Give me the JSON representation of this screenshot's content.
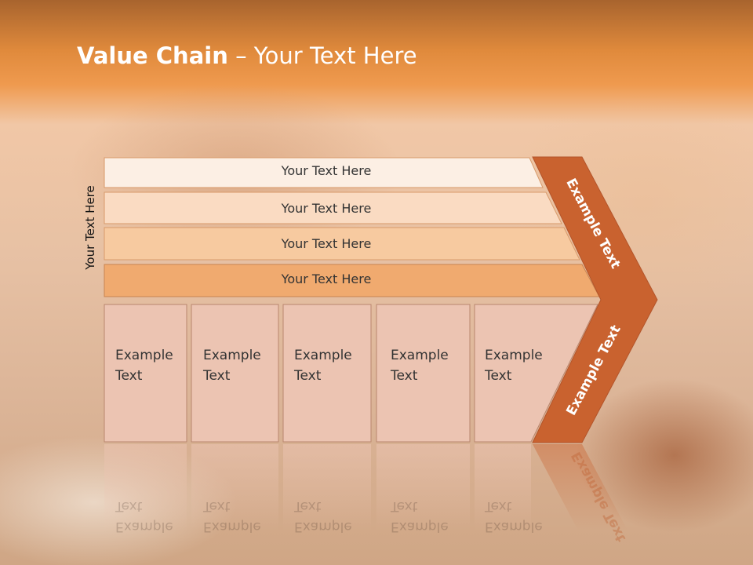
{
  "title": {
    "bold": "Value Chain",
    "rest": " – Your Text Here"
  },
  "side_label": "Your Text Here",
  "bands": [
    "Your Text Here",
    "Your Text Here",
    "Your Text Here",
    "Your Text Here"
  ],
  "cells": [
    [
      "Example",
      "Text"
    ],
    [
      "Example",
      "Text"
    ],
    [
      "Example",
      "Text"
    ],
    [
      "Example",
      "Text"
    ],
    [
      "Example",
      "Text"
    ]
  ],
  "arrow_top": "Example Text",
  "arrow_bottom": "Example Text",
  "colors": {
    "band1": "#fcefe4",
    "band2": "#fadbc2",
    "band3": "#f7caa0",
    "band4": "#f0aa6f",
    "cell": "#ecc4b2",
    "arrow": "#c9622f"
  }
}
